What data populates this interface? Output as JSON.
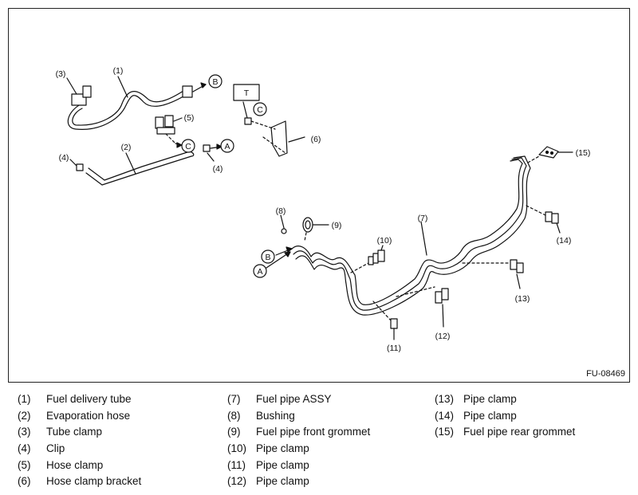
{
  "figure_id": "FU-08469",
  "callouts": {
    "c1": "(1)",
    "c2": "(2)",
    "c3": "(3)",
    "c4a": "(4)",
    "c4b": "(4)",
    "c5": "(5)",
    "c6": "(6)",
    "c7": "(7)",
    "c8": "(8)",
    "c9": "(9)",
    "c10": "(10)",
    "c11": "(11)",
    "c12": "(12)",
    "c13": "(13)",
    "c14": "(14)",
    "c15": "(15)"
  },
  "markers": {
    "a_top": "A",
    "a_bottom": "A",
    "b_top": "B",
    "b_bottom": "B",
    "c_middle": "C",
    "c_bracket": "C",
    "torque": "T"
  },
  "legend": {
    "col1": [
      {
        "num": "(1)",
        "label": "Fuel delivery tube"
      },
      {
        "num": "(2)",
        "label": "Evaporation hose"
      },
      {
        "num": "(3)",
        "label": "Tube clamp"
      },
      {
        "num": "(4)",
        "label": "Clip"
      },
      {
        "num": "(5)",
        "label": "Hose clamp"
      },
      {
        "num": "(6)",
        "label": "Hose clamp bracket"
      }
    ],
    "col2": [
      {
        "num": "(7)",
        "label": "Fuel pipe ASSY"
      },
      {
        "num": "(8)",
        "label": "Bushing"
      },
      {
        "num": "(9)",
        "label": "Fuel pipe front grommet"
      },
      {
        "num": "(10)",
        "label": "Pipe clamp"
      },
      {
        "num": "(11)",
        "label": "Pipe clamp"
      },
      {
        "num": "(12)",
        "label": "Pipe clamp"
      }
    ],
    "col3": [
      {
        "num": "(13)",
        "label": "Pipe clamp"
      },
      {
        "num": "(14)",
        "label": "Pipe clamp"
      },
      {
        "num": "(15)",
        "label": "Fuel pipe rear grommet"
      }
    ]
  }
}
